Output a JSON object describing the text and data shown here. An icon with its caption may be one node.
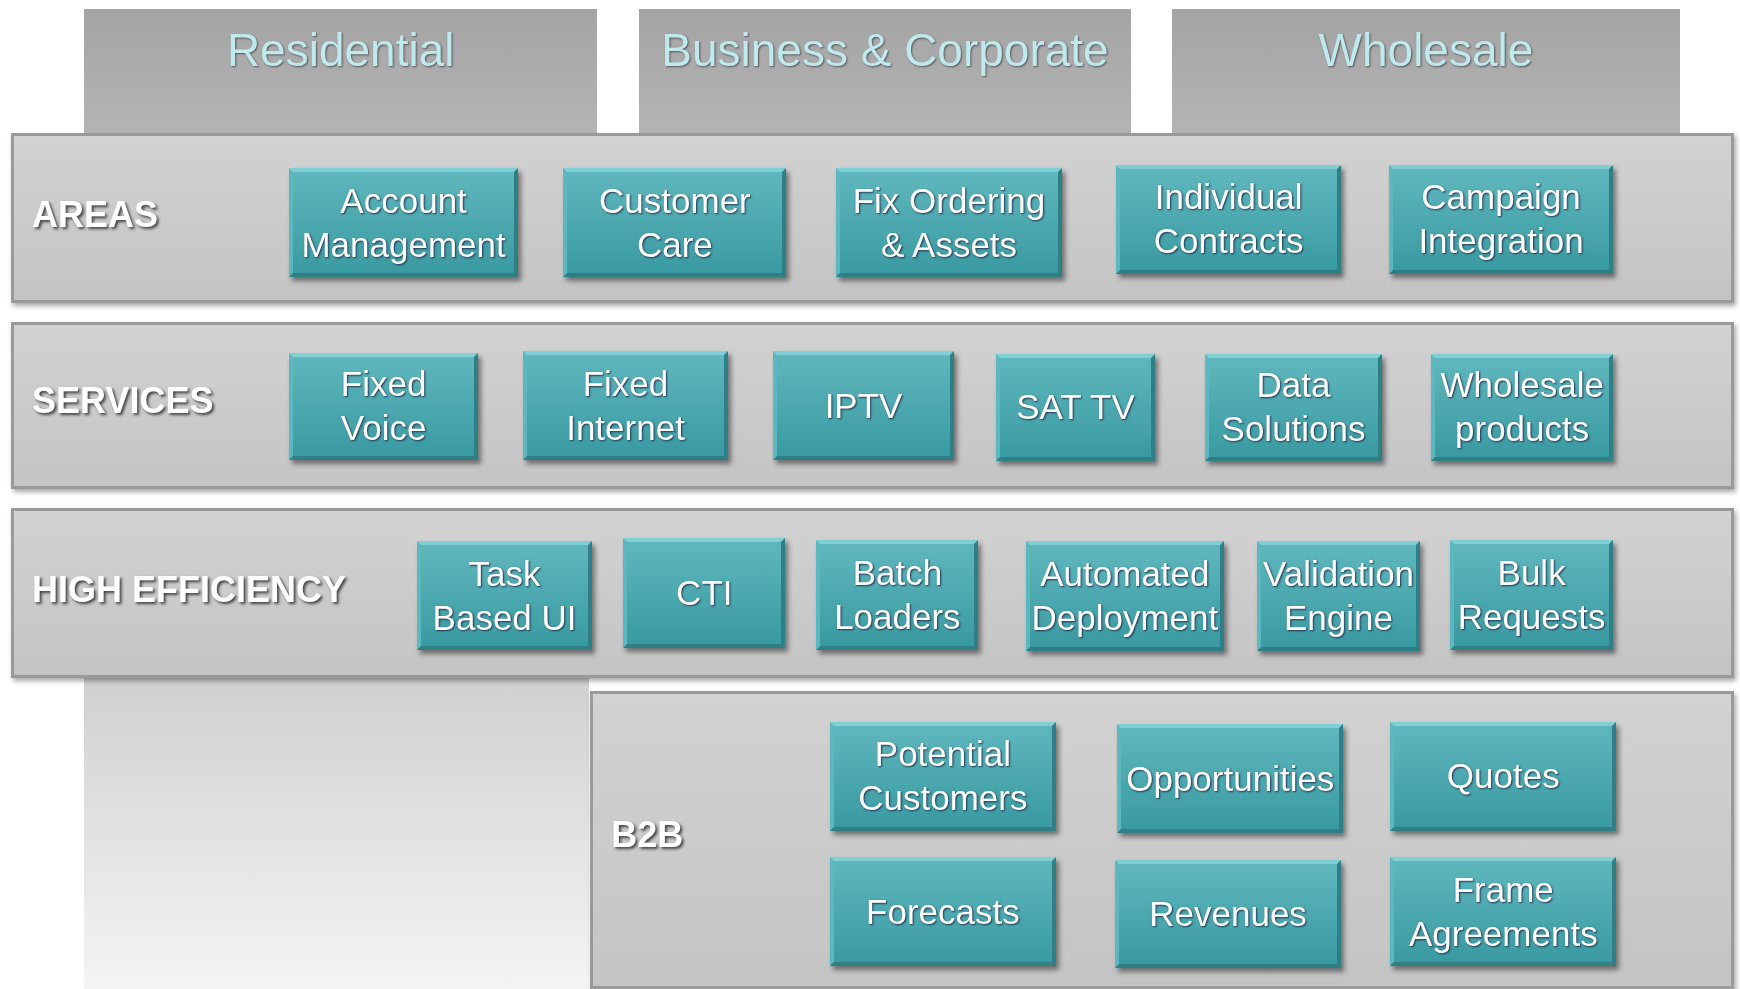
{
  "diagram": {
    "nodes": [
      {
        "text": [
          "Residential"
        ]
      },
      {
        "text": [
          "Business & Corporate"
        ]
      },
      {
        "text": [
          "Wholesale"
        ]
      },
      {
        "text": [
          "AREAS"
        ]
      },
      {
        "text": [
          "Account Management"
        ],
        "in": 3
      },
      {
        "text": [
          "Customer Care"
        ],
        "in": 3
      },
      {
        "text": [
          "Fix Ordering & Assets"
        ],
        "in": 3
      },
      {
        "text": [
          "Individual Contracts"
        ],
        "in": 3
      },
      {
        "text": [
          "Campaign Integration"
        ],
        "in": 3
      },
      {
        "text": [
          "SERVICES"
        ]
      },
      {
        "text": [
          "Fixed Voice"
        ],
        "in": 9
      },
      {
        "text": [
          "Fixed Internet"
        ],
        "in": 9
      },
      {
        "text": [
          "IPTV"
        ],
        "in": 9
      },
      {
        "text": [
          "SAT TV"
        ],
        "in": 9
      },
      {
        "text": [
          "Data Solutions"
        ],
        "in": 9
      },
      {
        "text": [
          "Wholesale products"
        ],
        "in": 9
      },
      {
        "text": [
          "HIGH EFFICIENCY"
        ]
      },
      {
        "text": [
          "Task Based UI"
        ],
        "in": 16
      },
      {
        "text": [
          "CTI"
        ],
        "in": 16
      },
      {
        "text": [
          "Batch Loaders"
        ],
        "in": 16
      },
      {
        "text": [
          "Automated Deployment"
        ],
        "in": 16
      },
      {
        "text": [
          "Validation Engine"
        ],
        "in": 16
      },
      {
        "text": [
          "Bulk Requests"
        ],
        "in": 16
      },
      {
        "text": [
          "B2B"
        ]
      },
      {
        "text": [
          "Potential Customers"
        ],
        "in": 23
      },
      {
        "text": [
          "Opportunities"
        ],
        "in": 23
      },
      {
        "text": [
          "Quotes"
        ],
        "in": 23
      },
      {
        "text": [
          "Forecasts"
        ],
        "in": 23
      },
      {
        "text": [
          "Revenues"
        ],
        "in": 23
      },
      {
        "text": [
          "Frame Agreements"
        ],
        "in": 23
      }
    ]
  }
}
